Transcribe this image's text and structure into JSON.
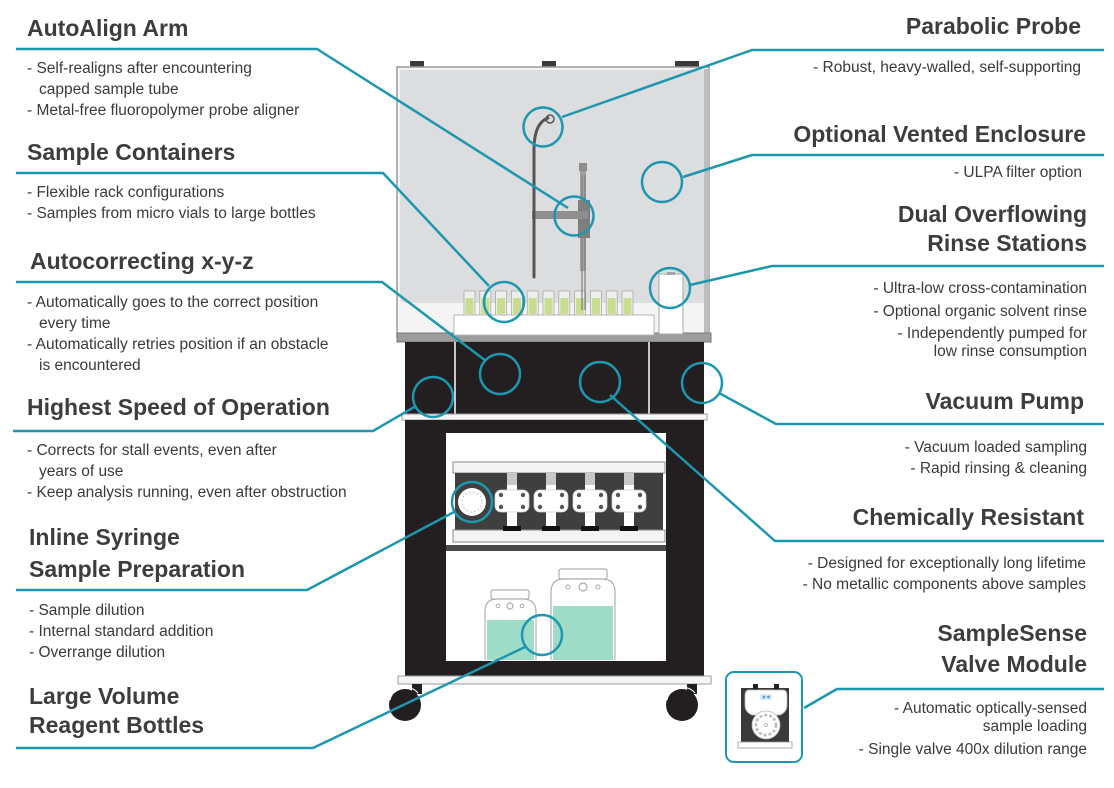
{
  "colors": {
    "accent": "#1d97b0",
    "heading": "#3d3d3d",
    "body_text": "#3a3a3a",
    "enclosure": "#dcdddf",
    "cart": "#231f20",
    "liquid_green": "#c8dd8e",
    "liquid_teal": "#9fdcc8"
  },
  "features_left": [
    {
      "title": [
        "AutoAlign Arm"
      ],
      "bullets": [
        [
          "- Self-realigns after encountering",
          "capped sample tube"
        ],
        [
          "- Metal-free fluoropolymer probe aligner"
        ]
      ]
    },
    {
      "title": [
        "Sample Containers"
      ],
      "bullets": [
        [
          "- Flexible rack configurations"
        ],
        [
          "- Samples from micro vials to large bottles"
        ]
      ]
    },
    {
      "title": [
        "Autocorrecting x-y-z"
      ],
      "bullets": [
        [
          "- Automatically goes to the correct position",
          "every time"
        ],
        [
          "- Automatically retries position if an obstacle",
          "is encountered"
        ]
      ]
    },
    {
      "title": [
        "Highest Speed of Operation"
      ],
      "bullets": [
        [
          "- Corrects for stall events, even after",
          "years of use"
        ],
        [
          "- Keep analysis running, even after obstruction"
        ]
      ]
    },
    {
      "title": [
        "Inline Syringe",
        "Sample Preparation"
      ],
      "bullets": [
        [
          "- Sample dilution"
        ],
        [
          "- Internal standard addition"
        ],
        [
          "- Overrange dilution"
        ]
      ]
    },
    {
      "title": [
        "Large Volume",
        "Reagent Bottles"
      ],
      "bullets": []
    }
  ],
  "features_right": [
    {
      "title": [
        "Parabolic Probe"
      ],
      "bullets": [
        [
          "- Robust, heavy-walled, self-supporting"
        ]
      ]
    },
    {
      "title": [
        "Optional Vented Enclosure"
      ],
      "bullets": [
        [
          "- ULPA filter option"
        ]
      ]
    },
    {
      "title": [
        "Dual Overflowing",
        "Rinse Stations"
      ],
      "bullets": [
        [
          "- Ultra-low cross-contamination"
        ],
        [
          "- Optional organic solvent rinse"
        ],
        [
          "- Independently pumped for",
          "low rinse consumption"
        ]
      ]
    },
    {
      "title": [
        "Vacuum Pump"
      ],
      "bullets": [
        [
          "- Vacuum loaded sampling"
        ],
        [
          "- Rapid rinsing & cleaning"
        ]
      ]
    },
    {
      "title": [
        "Chemically Resistant"
      ],
      "bullets": [
        [
          "- Designed for exceptionally long lifetime"
        ],
        [
          "- No metallic components above samples"
        ]
      ]
    },
    {
      "title": [
        "SampleSense",
        "Valve Module"
      ],
      "bullets": [
        [
          "- Automatic optically-sensed",
          "sample loading"
        ],
        [
          "- Single valve 400x dilution range"
        ]
      ]
    }
  ],
  "illustration": {
    "sample_tube_count": 11,
    "syringe_pump_count": 4,
    "reagent_bottle_count": 2
  }
}
